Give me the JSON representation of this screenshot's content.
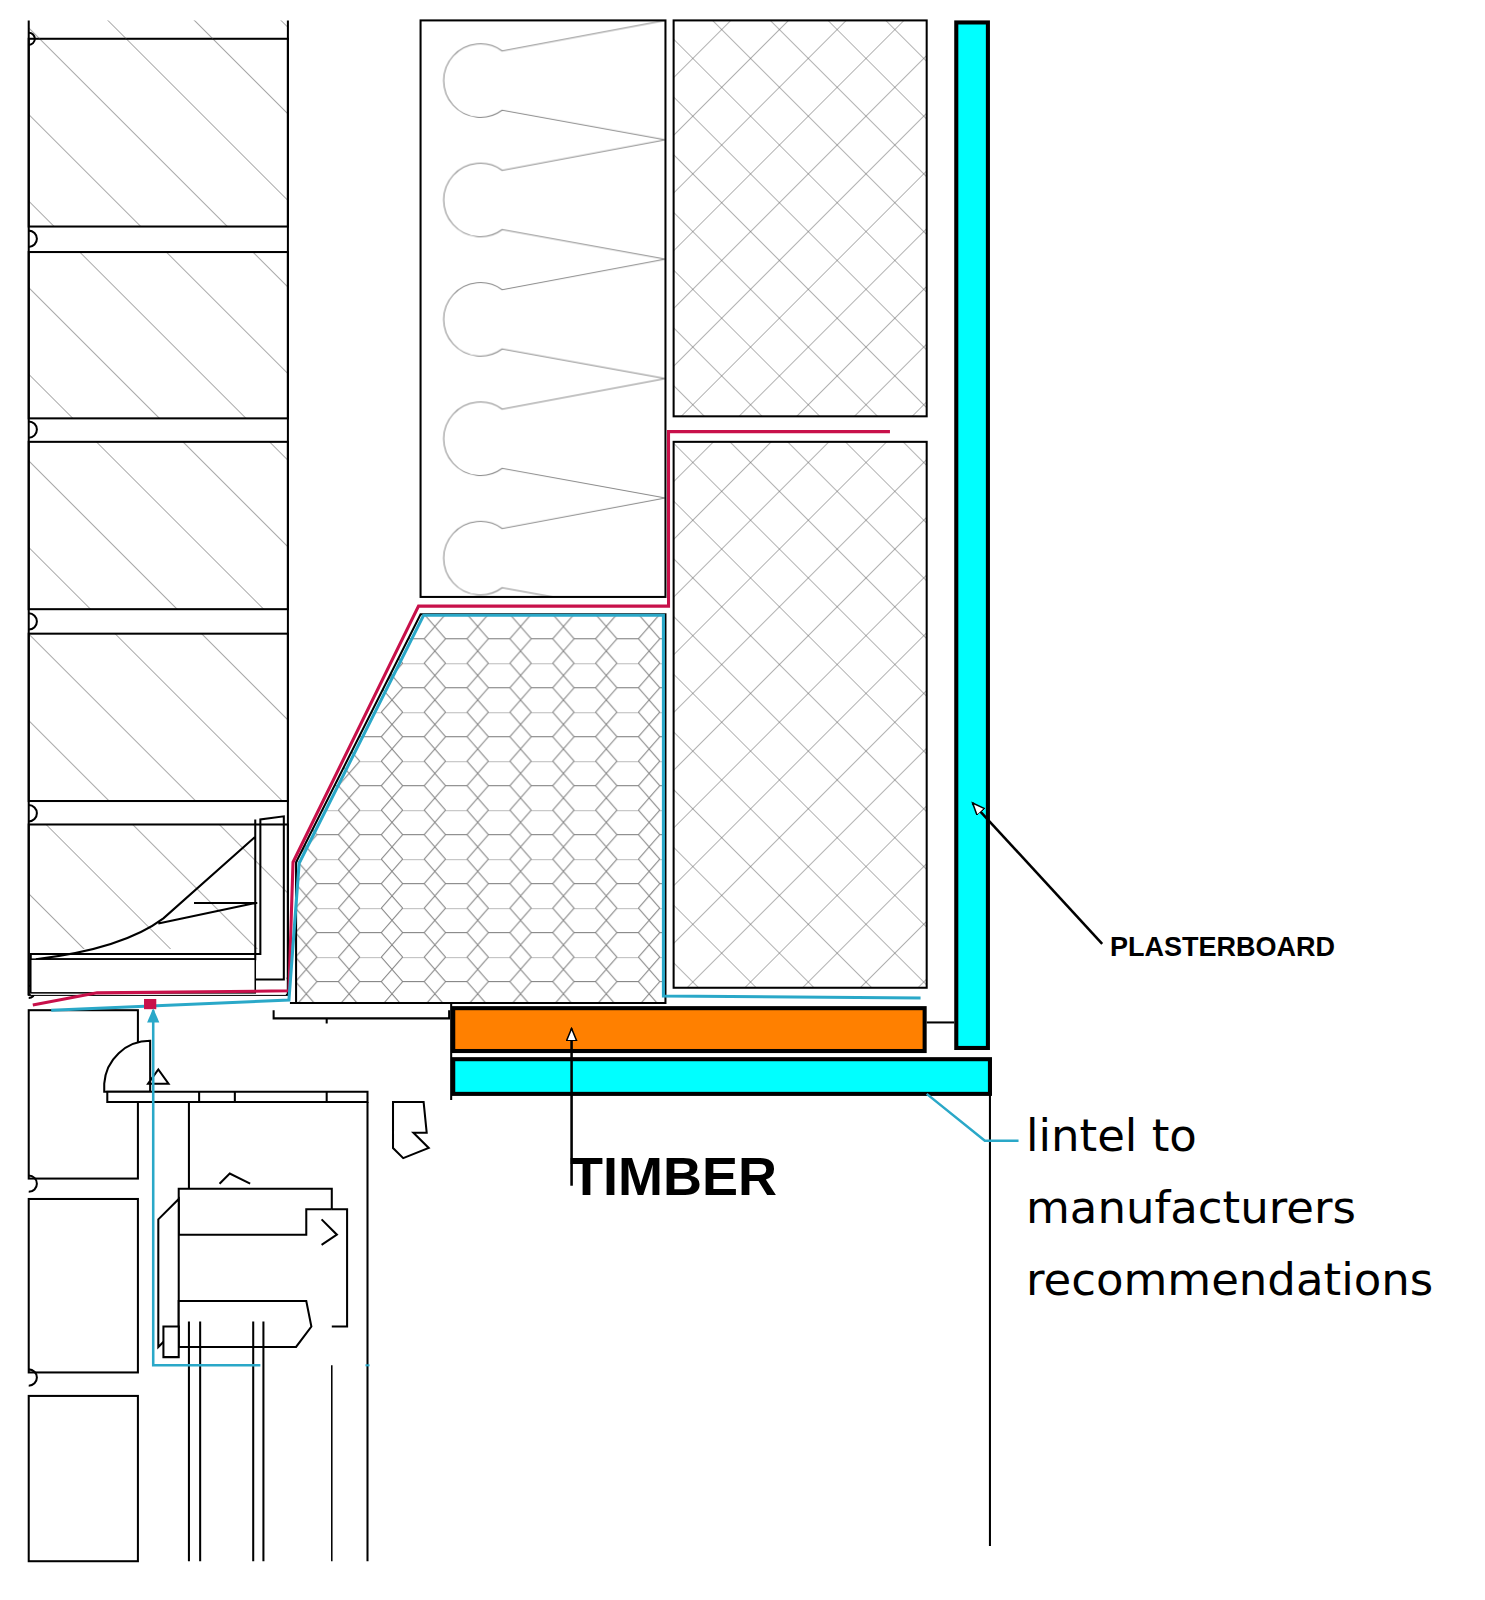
{
  "diagram": {
    "labels": [
      "PLASTERBOARD",
      "TIMBER",
      "lintel to manufacturers recommendations"
    ]
  }
}
